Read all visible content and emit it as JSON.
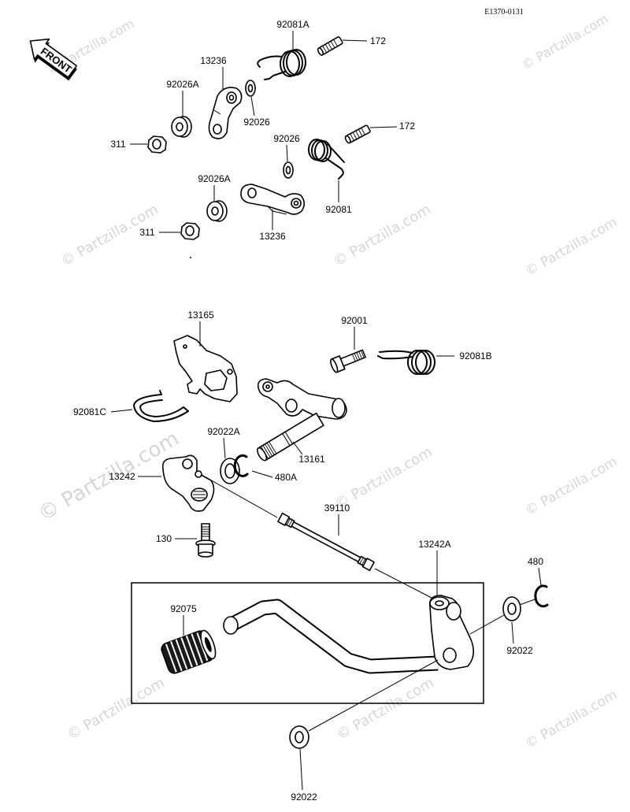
{
  "diagram_code": "E1370-0131",
  "front_arrow": {
    "label": "FRONT"
  },
  "watermark": "© Partzilla.com",
  "callouts": {
    "spring_92081A": "92081A",
    "pin_upper": "172",
    "lever_upper": "13236",
    "washer_a_upper": "92026A",
    "washer_upper": "92026",
    "pin_lower": "172",
    "nut_upper": "311",
    "washer_lower": "92026",
    "washer_a_lower": "92026A",
    "spring_lower": "92081",
    "nut_lower": "311",
    "lever_lower": "13236",
    "plate": "13165",
    "shaft_bolt": "92001",
    "shaft_spring": "92081B",
    "clip_spring": "92081C",
    "shaft_washer": "92022A",
    "shift_shaft": "13161",
    "shift_arm": "13242",
    "shaft_circlip": "480A",
    "tie_rod": "39110",
    "arm_bolt": "130",
    "shift_pedal": "13242A",
    "pedal_circlip": "480",
    "pedal_rubber": "92075",
    "pedal_washer_right": "92022",
    "pedal_washer_bottom": "92022"
  }
}
